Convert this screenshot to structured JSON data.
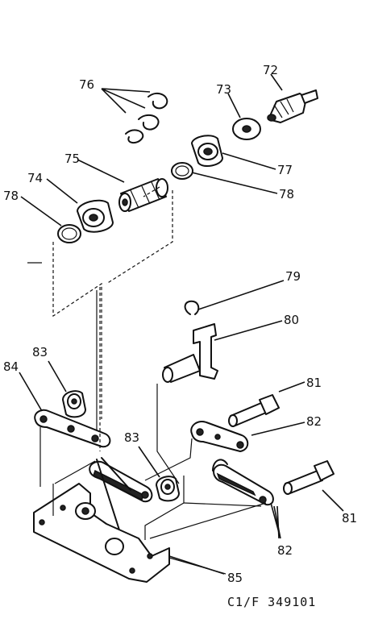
{
  "labels": {
    "p72": "72",
    "p73": "73",
    "p74": "74",
    "p75": "75",
    "p76": "76",
    "p77": "77",
    "p78a": "78",
    "p78b": "78",
    "p79": "79",
    "p80": "80",
    "p81a": "81",
    "p81b": "81",
    "p82a": "82",
    "p82b": "82",
    "p83a": "83",
    "p83b": "83",
    "p84": "84",
    "p85": "85"
  },
  "footer": {
    "code": "C1/F 349101"
  }
}
